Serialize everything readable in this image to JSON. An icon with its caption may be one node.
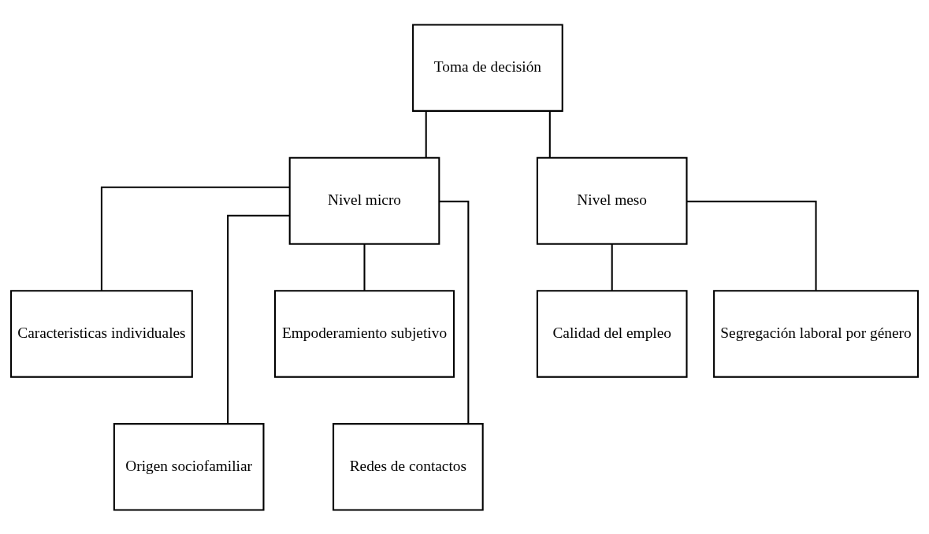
{
  "diagram": {
    "nodes": [
      {
        "text": [
          "Toma de decisión"
        ]
      },
      {
        "text": [
          "Nivel micro"
        ]
      },
      {
        "text": [
          "Nivel meso"
        ]
      },
      {
        "text": [
          "Caracteristicas individuales"
        ]
      },
      {
        "text": [
          "Empoderamiento subjetivo"
        ]
      },
      {
        "text": [
          "Calidad del empleo"
        ]
      },
      {
        "text": [
          "Segregación laboral por género"
        ]
      },
      {
        "text": [
          "Origen sociofamiliar"
        ]
      },
      {
        "text": [
          "Redes de contactos"
        ]
      }
    ],
    "edges": [
      {
        "from": 0,
        "to": 1,
        "arrow": "none"
      },
      {
        "from": 0,
        "to": 2,
        "arrow": "none"
      },
      {
        "from": 1,
        "to": 3,
        "arrow": "none"
      },
      {
        "from": 1,
        "to": 4,
        "arrow": "none"
      },
      {
        "from": 1,
        "to": 7,
        "arrow": "none"
      },
      {
        "from": 1,
        "to": 8,
        "arrow": "none"
      },
      {
        "from": 2,
        "to": 5,
        "arrow": "none"
      },
      {
        "from": 2,
        "to": 6,
        "arrow": "none"
      }
    ]
  }
}
